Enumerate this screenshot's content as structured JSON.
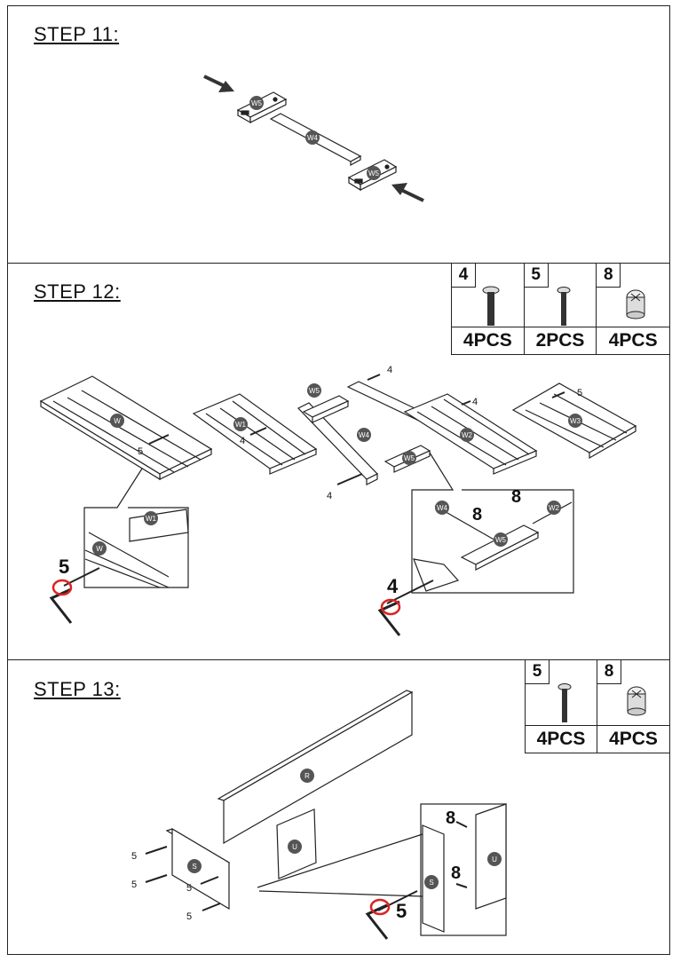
{
  "steps": [
    {
      "title": "STEP 11:"
    },
    {
      "title": "STEP 12:"
    },
    {
      "title": "STEP 13:"
    }
  ],
  "step12_parts": [
    {
      "num": "4",
      "qty": "4PCS",
      "icon": "long-bolt-icon"
    },
    {
      "num": "5",
      "qty": "2PCS",
      "icon": "bolt-icon"
    },
    {
      "num": "8",
      "qty": "4PCS",
      "icon": "cam-nut-icon"
    }
  ],
  "step13_parts": [
    {
      "num": "5",
      "qty": "4PCS",
      "icon": "bolt-icon"
    },
    {
      "num": "8",
      "qty": "4PCS",
      "icon": "cam-nut-icon"
    }
  ],
  "labels": {
    "w": "W",
    "w1": "W1",
    "w2": "W2",
    "w3": "W3",
    "w4": "W4",
    "w5": "W5",
    "r": "R",
    "s": "S",
    "u": "U",
    "n4": "4",
    "n5": "5",
    "n8": "8"
  }
}
